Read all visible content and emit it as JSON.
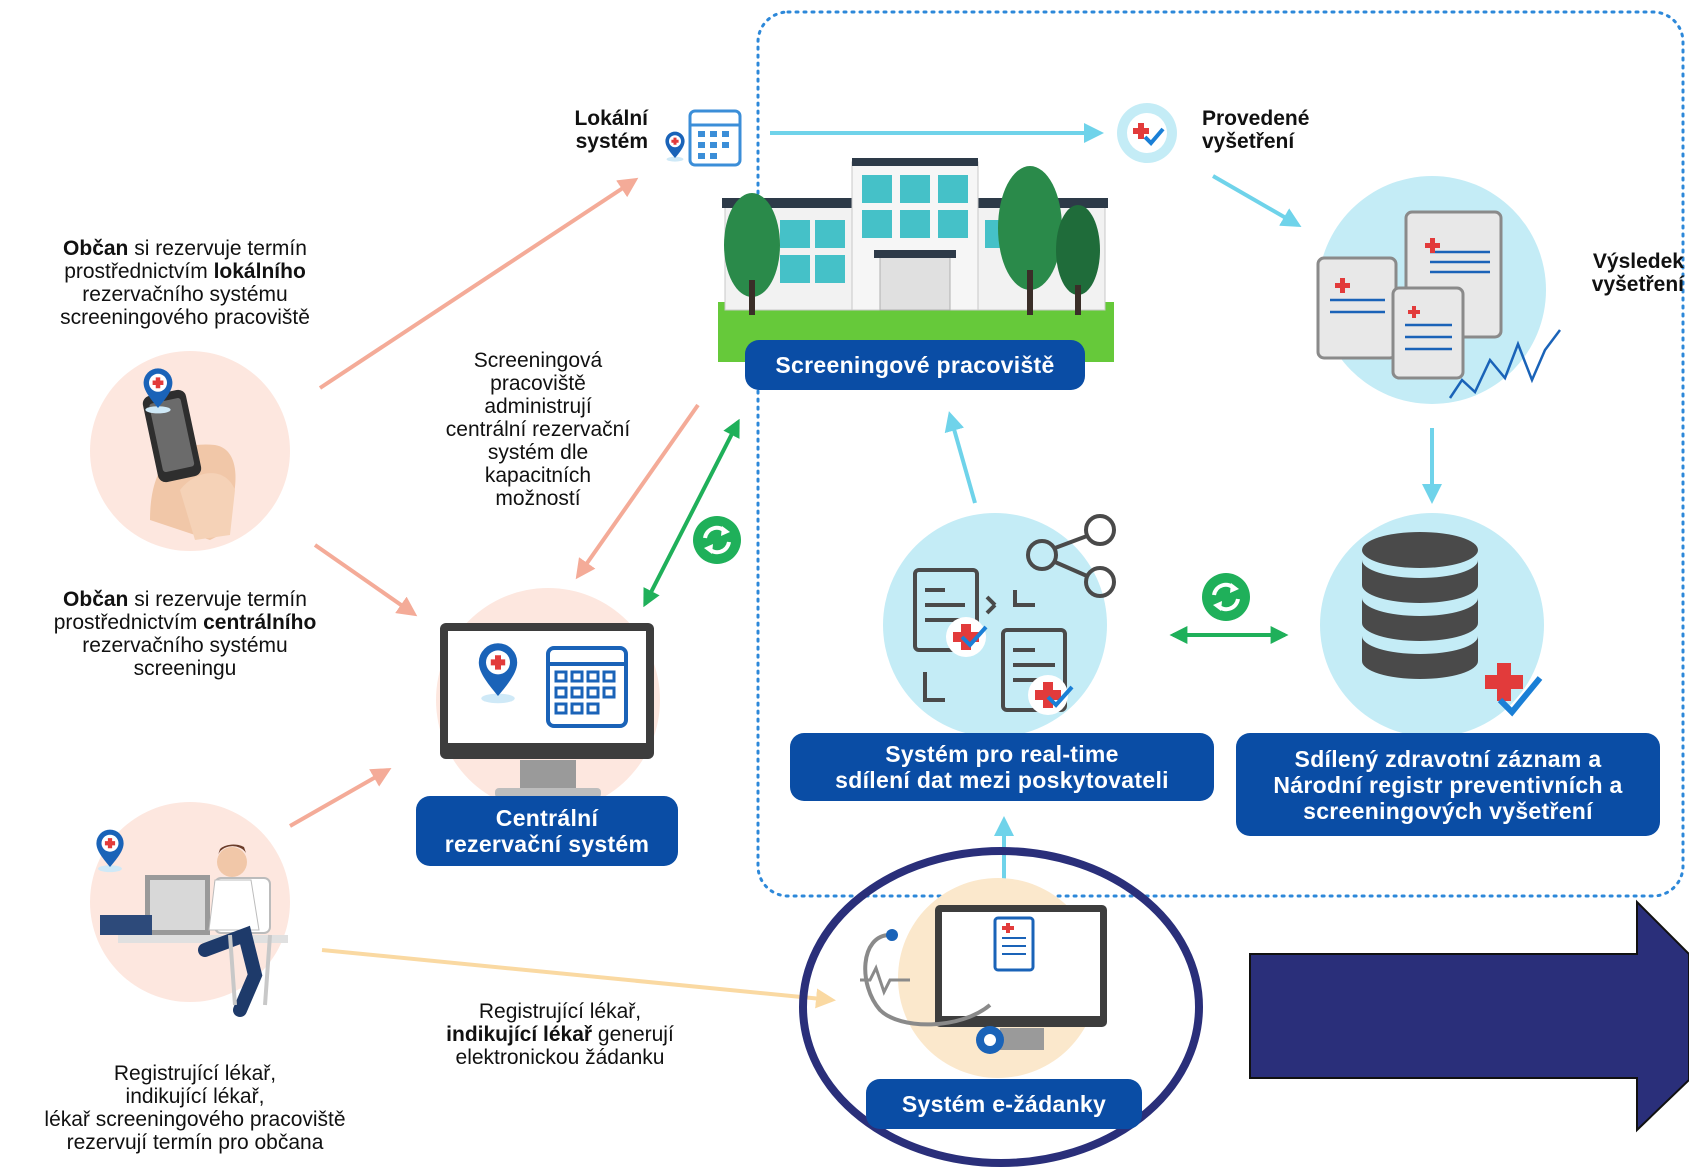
{
  "colors": {
    "blue": "#0a4da5",
    "salmon": "#f4ab98",
    "green": "#1fb05a",
    "cyan": "#6fd3ea",
    "yellow": "#fad9a2",
    "navy": "#2a2f7a",
    "dotted_border": "#2d88d9"
  },
  "icons": [
    "calendar-pin-icon",
    "medical-check-icon",
    "hospital-building-icon",
    "clipboards-chart-icon",
    "smartphone-hand-icon",
    "monitor-calendar-icon",
    "sync-icon",
    "data-sharing-icon",
    "database-icon",
    "doctor-desk-icon",
    "monitor-stethoscope-icon",
    "arrow-right-icon"
  ],
  "nodes": {
    "local_system": {
      "line1": "Lokální",
      "line2": "systém"
    },
    "exam_done": {
      "line1": "Provedené",
      "line2": "vyšetření"
    },
    "exam_result": {
      "line1": "Výsledek",
      "line2": "vyšetření"
    },
    "screening_site": {
      "label": "Screeningové pracoviště"
    },
    "central_system": {
      "line1": "Centrální",
      "line2": "rezervační systém"
    },
    "sharing_system": {
      "line1": "Systém pro real-time",
      "line2": "sdílení dat mezi poskytovateli"
    },
    "shared_record": {
      "line1": "Sdílený zdravotní záznam a",
      "line2": "Národní registr preventivních a",
      "line3": "screeningových vyšetření"
    },
    "erequest": {
      "label": "Systém e-žádanky"
    }
  },
  "texts": {
    "citizen_local": {
      "bold1": "Občan",
      "rest1": " si rezervuje termín",
      "pre2": "prostřednictvím ",
      "bold2": "lokálního",
      "line3": "rezervačního systému",
      "line4": "screeningového pracoviště"
    },
    "citizen_central": {
      "bold1": "Občan",
      "rest1": " si rezervuje termín",
      "pre2": "prostřednictvím ",
      "bold2": "centrálního",
      "line3": "rezervačního systému",
      "line4": "screeningu"
    },
    "sites_admin": {
      "bold1": "Screeningová",
      "bold2": "pracoviště",
      "line3": "administrují",
      "line4": "centrální rezervační",
      "line5": "systém dle",
      "line6": "kapacitních",
      "line7": "možností"
    },
    "doctor_generate": {
      "bold1": "Registrující lékař,",
      "bold2": "indikující lékař",
      "rest2": " generují",
      "line3": "elektronickou žádanku"
    },
    "doctors_reserve": {
      "line1": "Registrující  lékař,",
      "line2": "indikující lékař,",
      "line3": "lékař screeningového pracoviště",
      "line4": "rezervují termín pro občana"
    }
  }
}
